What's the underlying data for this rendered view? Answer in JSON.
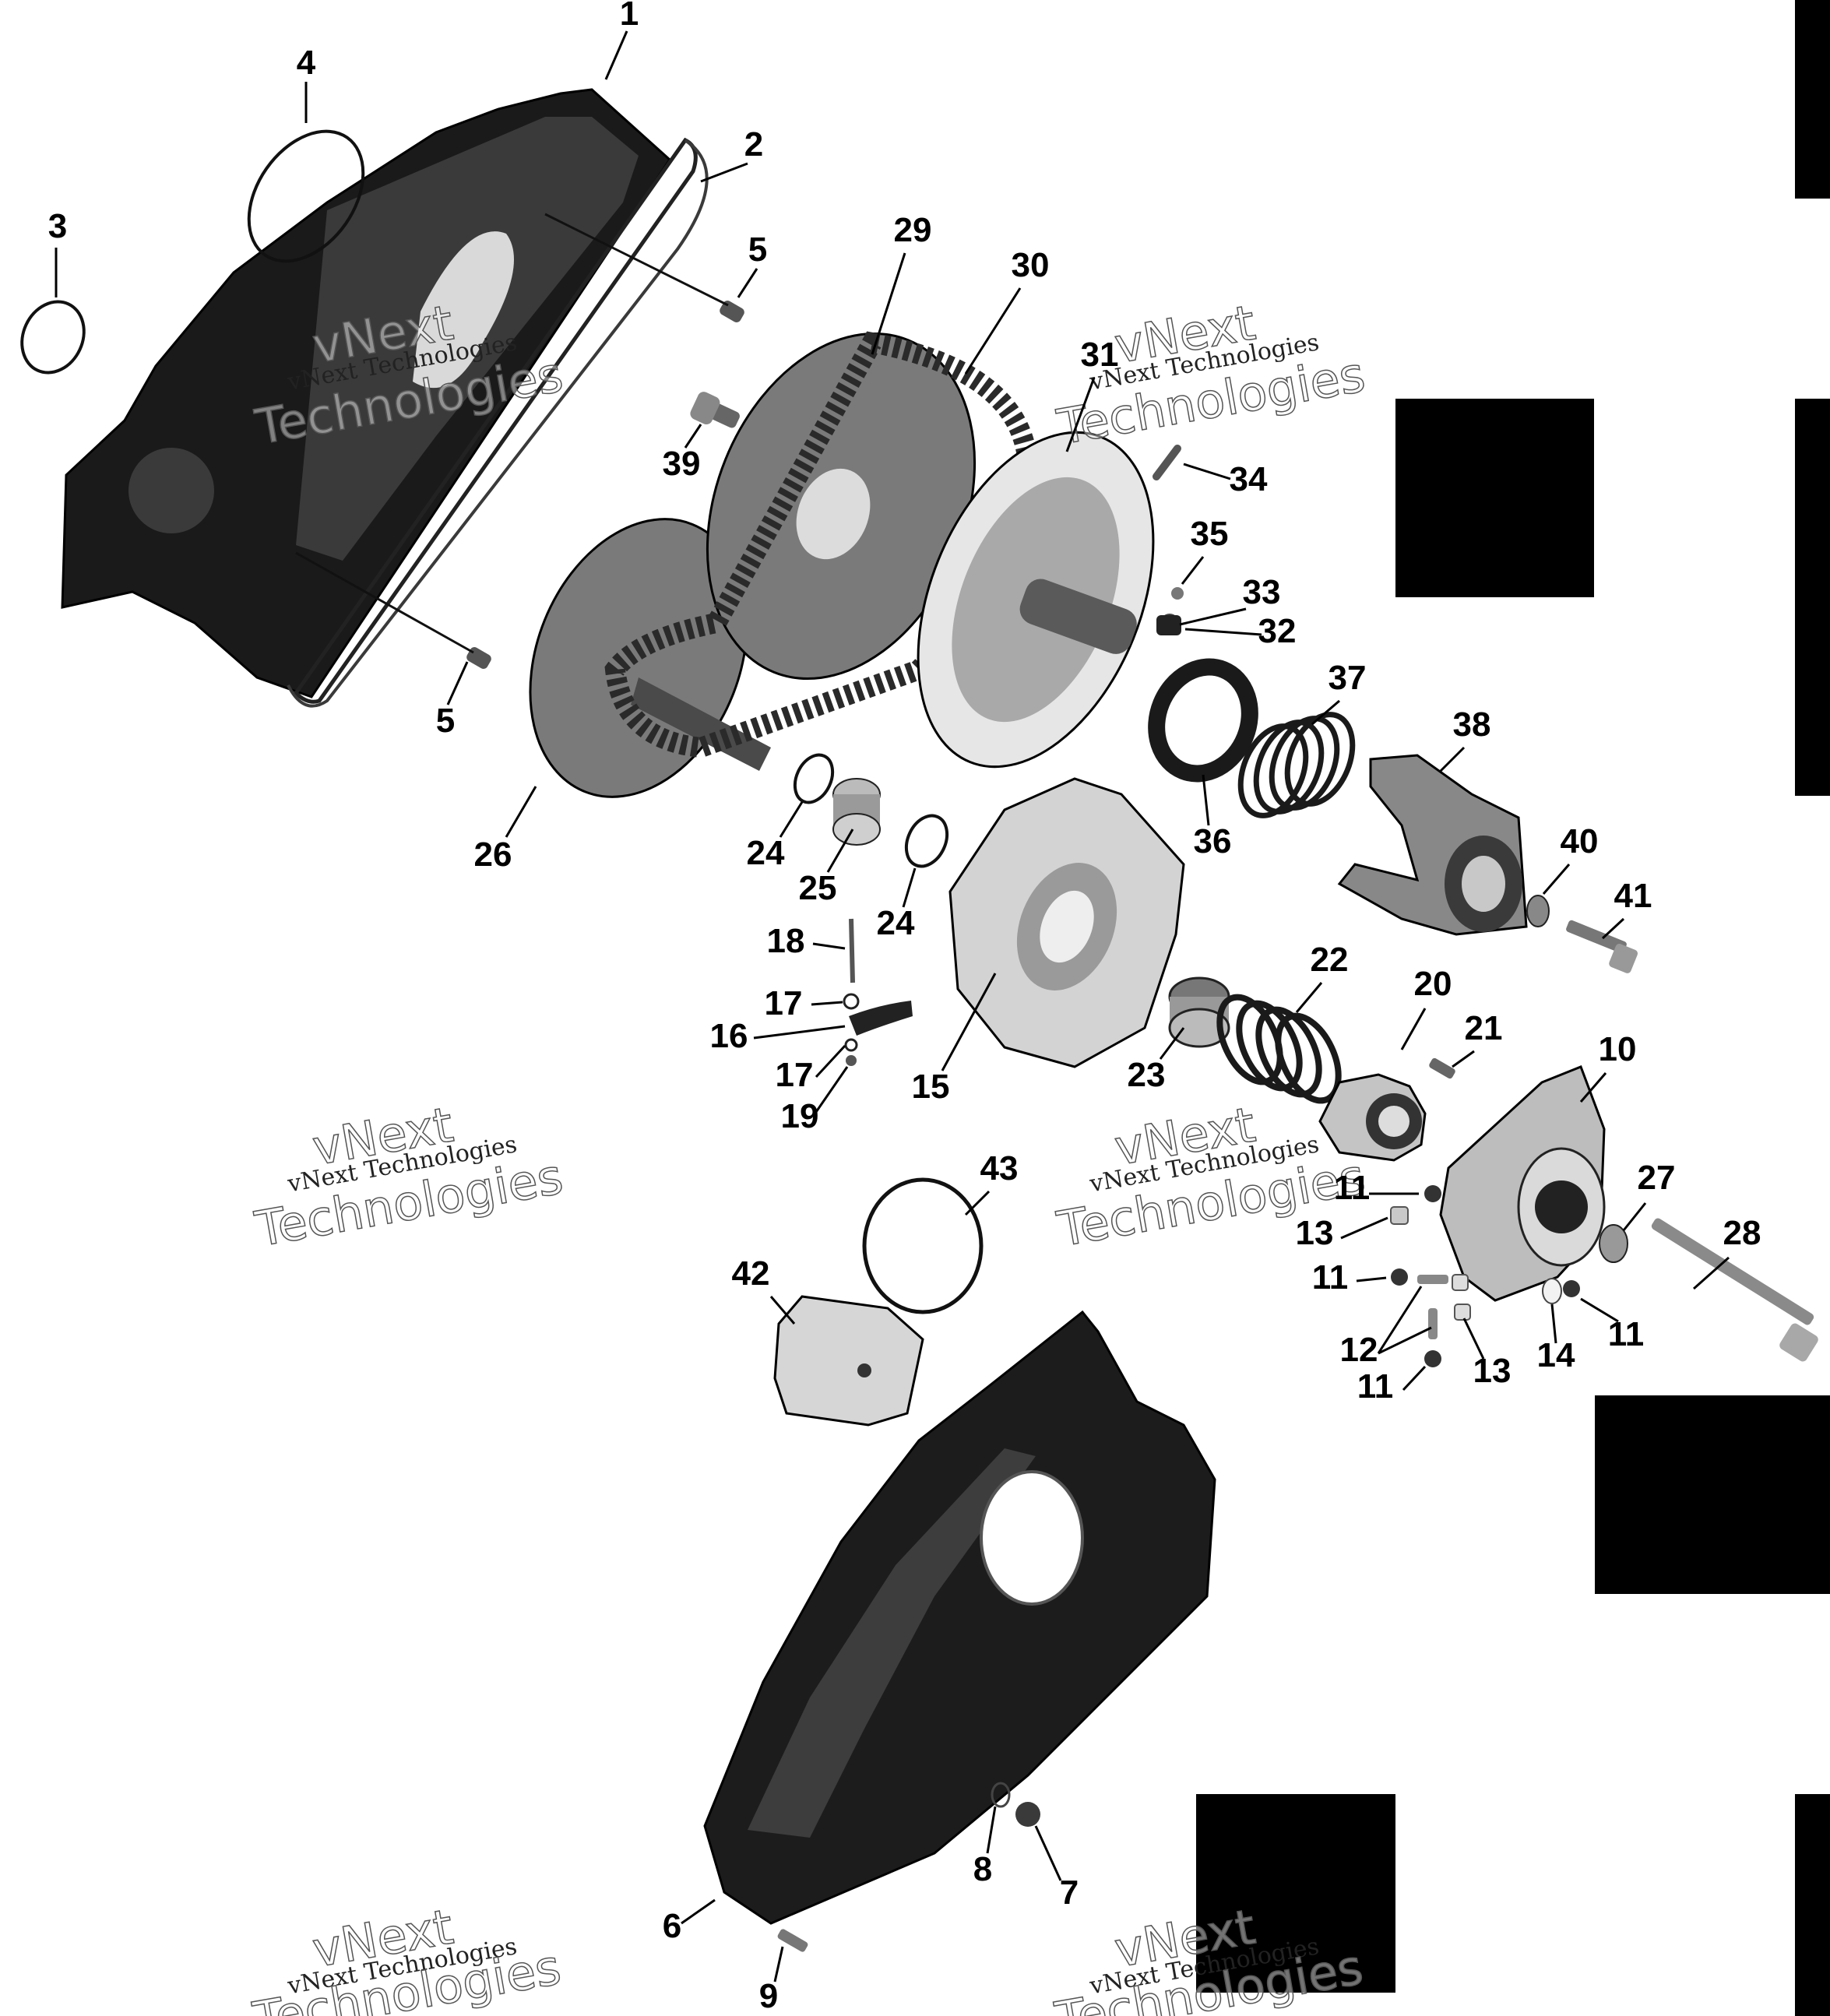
{
  "colors": {
    "ink": "#000000",
    "part_dark": "#1a1a1a",
    "part_grey": "#7a7a7a",
    "redaction": "#000000"
  },
  "watermark": {
    "small_text": "vNext Technologies",
    "large_line1": "vNext",
    "large_line2": "Technologies"
  },
  "callouts": [
    {
      "id": "1",
      "label": "1"
    },
    {
      "id": "2",
      "label": "2"
    },
    {
      "id": "3",
      "label": "3"
    },
    {
      "id": "4",
      "label": "4"
    },
    {
      "id": "5a",
      "label": "5"
    },
    {
      "id": "5b",
      "label": "5"
    },
    {
      "id": "6",
      "label": "6"
    },
    {
      "id": "7",
      "label": "7"
    },
    {
      "id": "8",
      "label": "8"
    },
    {
      "id": "9",
      "label": "9"
    },
    {
      "id": "10",
      "label": "10"
    },
    {
      "id": "11a",
      "label": "11"
    },
    {
      "id": "11b",
      "label": "11"
    },
    {
      "id": "11c",
      "label": "11"
    },
    {
      "id": "11d",
      "label": "11"
    },
    {
      "id": "12",
      "label": "12"
    },
    {
      "id": "13a",
      "label": "13"
    },
    {
      "id": "13b",
      "label": "13"
    },
    {
      "id": "14",
      "label": "14"
    },
    {
      "id": "15",
      "label": "15"
    },
    {
      "id": "16",
      "label": "16"
    },
    {
      "id": "17a",
      "label": "17"
    },
    {
      "id": "17b",
      "label": "17"
    },
    {
      "id": "18",
      "label": "18"
    },
    {
      "id": "19",
      "label": "19"
    },
    {
      "id": "20",
      "label": "20"
    },
    {
      "id": "21",
      "label": "21"
    },
    {
      "id": "22",
      "label": "22"
    },
    {
      "id": "23",
      "label": "23"
    },
    {
      "id": "24a",
      "label": "24"
    },
    {
      "id": "24b",
      "label": "24"
    },
    {
      "id": "25",
      "label": "25"
    },
    {
      "id": "26",
      "label": "26"
    },
    {
      "id": "27",
      "label": "27"
    },
    {
      "id": "28",
      "label": "28"
    },
    {
      "id": "29",
      "label": "29"
    },
    {
      "id": "30",
      "label": "30"
    },
    {
      "id": "31",
      "label": "31"
    },
    {
      "id": "32",
      "label": "32"
    },
    {
      "id": "33",
      "label": "33"
    },
    {
      "id": "34",
      "label": "34"
    },
    {
      "id": "35",
      "label": "35"
    },
    {
      "id": "36",
      "label": "36"
    },
    {
      "id": "37",
      "label": "37"
    },
    {
      "id": "38",
      "label": "38"
    },
    {
      "id": "39",
      "label": "39"
    },
    {
      "id": "40",
      "label": "40"
    },
    {
      "id": "41",
      "label": "41"
    },
    {
      "id": "42",
      "label": "42"
    },
    {
      "id": "43",
      "label": "43"
    }
  ]
}
